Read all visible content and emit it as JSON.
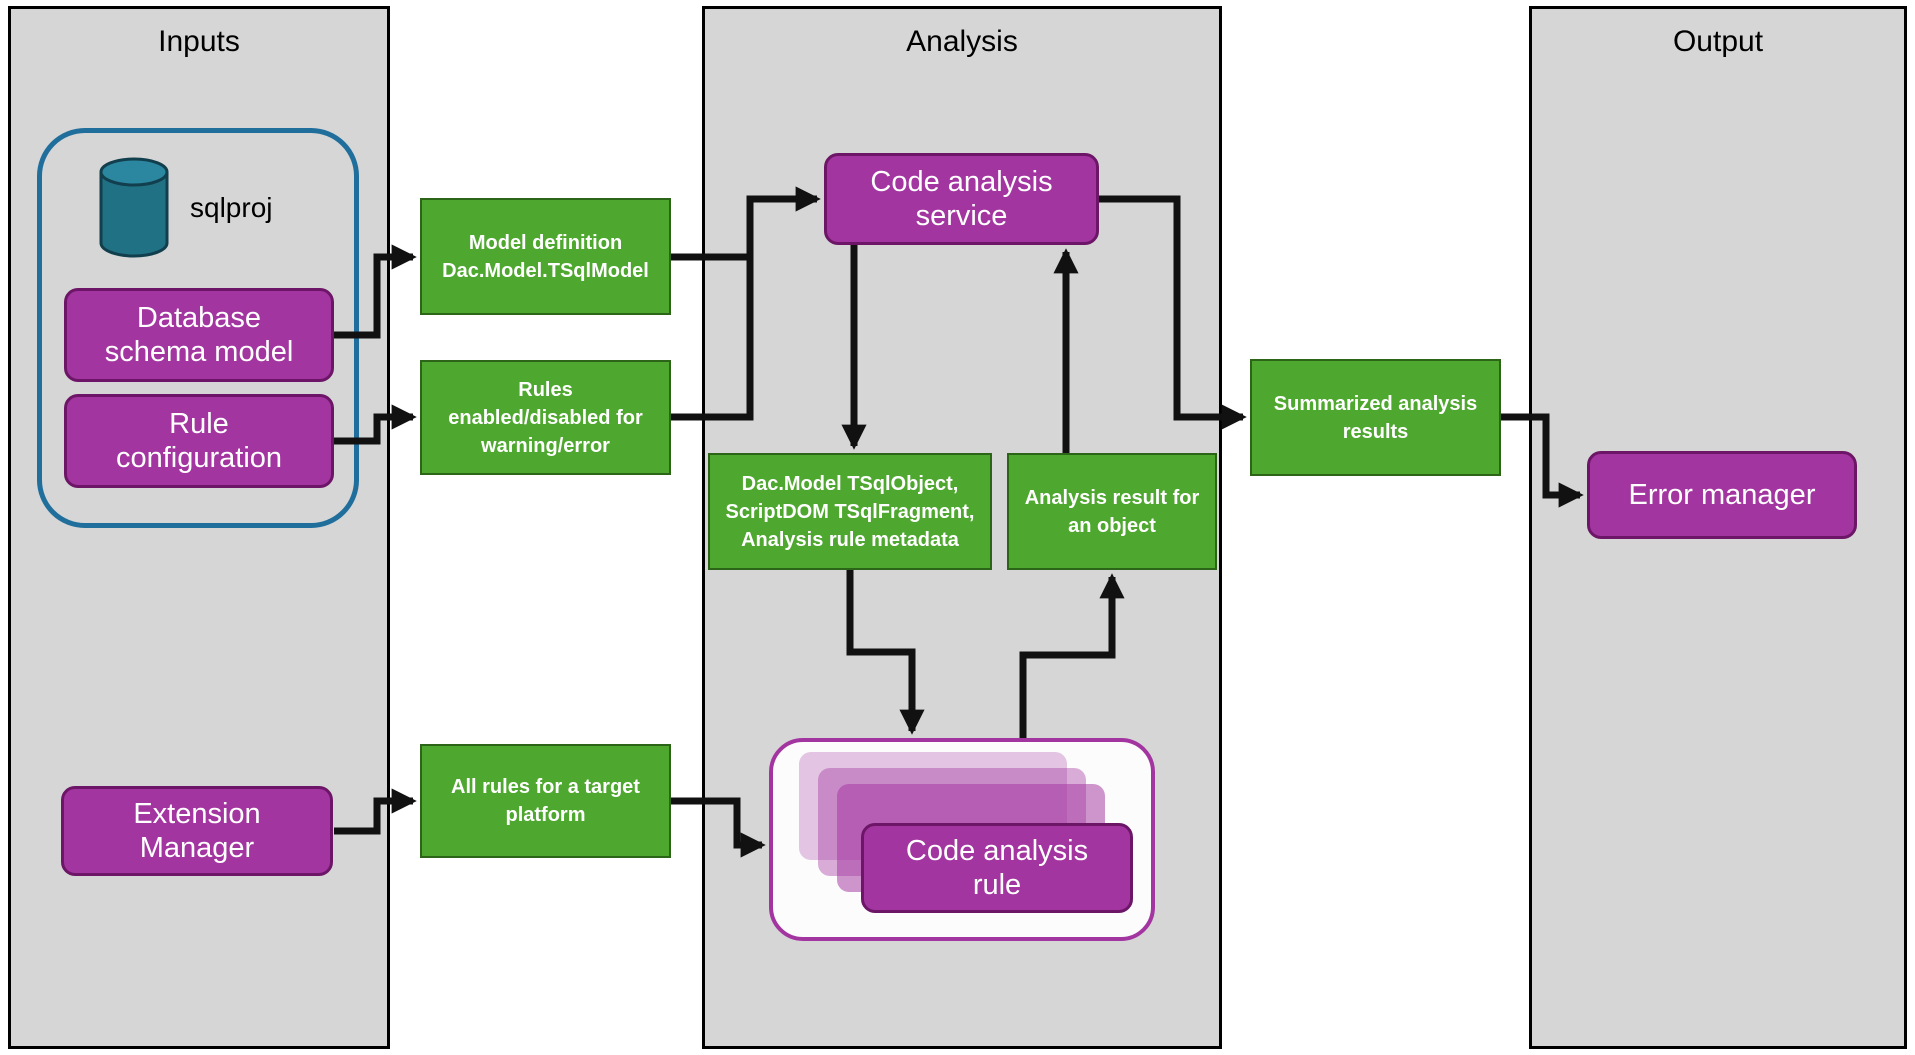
{
  "colors": {
    "panel-bg": "#d6d6d6",
    "purple": "#a335a0",
    "purple-border": "#6d1668",
    "green": "#4ea72e",
    "green-border": "#2c6418",
    "teal": "#217185",
    "blue-border": "#1f6e9c",
    "arrow": "#111111"
  },
  "panels": {
    "inputs": {
      "title": "Inputs"
    },
    "analysis": {
      "title": "Analysis"
    },
    "output": {
      "title": "Output"
    }
  },
  "nodes": {
    "sqlproj_label": "sqlproj",
    "database_schema_model": "Database\nschema model",
    "rule_configuration": "Rule\nconfiguration",
    "extension_manager": "Extension\nManager",
    "model_definition": "Model definition\nDac.Model.TSqlModel",
    "rules_enabled": "Rules\nenabled/disabled for\nwarning/error",
    "all_rules": "All rules for a target\nplatform",
    "code_analysis_service": "Code analysis\nservice",
    "tsql_metadata": "Dac.Model TSqlObject,\nScriptDOM TSqlFragment,\nAnalysis rule metadata",
    "analysis_result": "Analysis result for\nan object",
    "code_analysis_rule": "Code analysis\nrule",
    "summarized_results": "Summarized analysis\nresults",
    "error_manager": "Error manager"
  }
}
